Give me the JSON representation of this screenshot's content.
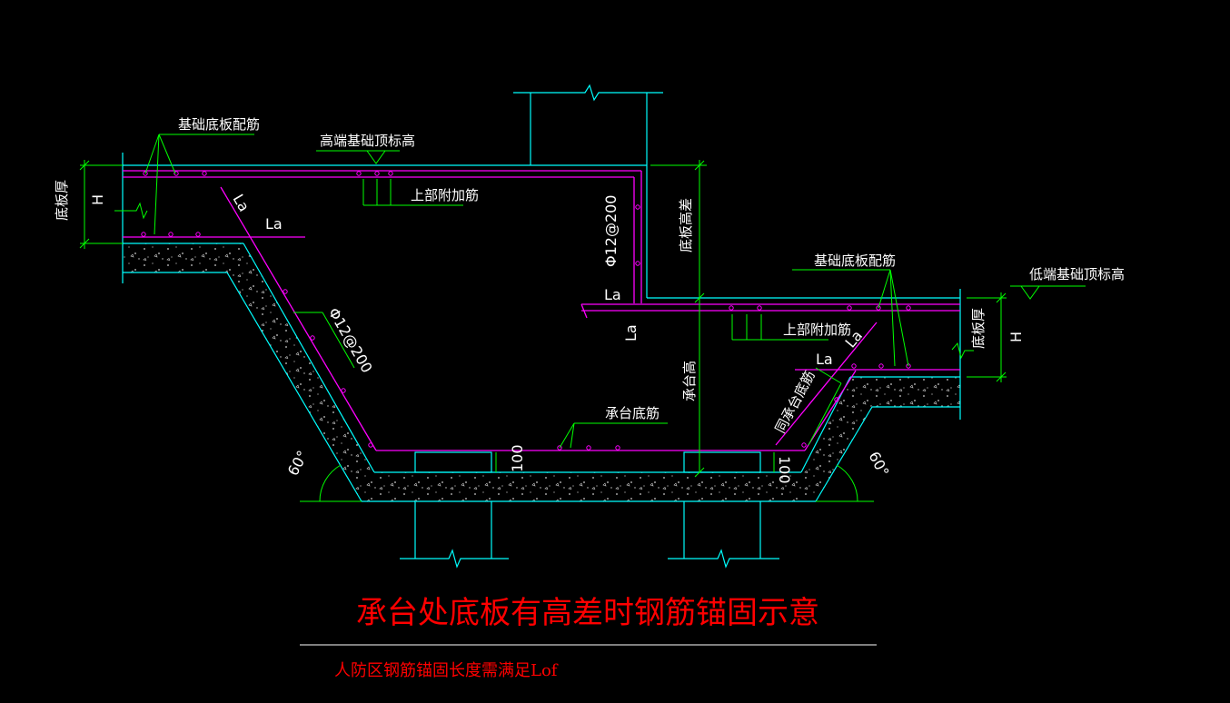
{
  "drawing": {
    "title": "承台处底板有高差时钢筋锚固示意",
    "note": "人防区钢筋锚固长度需满足Lof"
  },
  "labels": {
    "base_rebar_left": "基础底板配筋",
    "high_top_elev": "高端基础顶标高",
    "upper_add_rebar_left": "上部附加筋",
    "slab_thick_left": "底板厚",
    "h_left": "H",
    "la_top_left": "La",
    "la_left": "La",
    "rebar_spec_vertical": "Φ12@200",
    "rebar_spec_slope": "Φ12@200",
    "elev_diff": "底板高差",
    "la_mid": "La",
    "la_mid_vertical": "La",
    "base_rebar_right": "基础底板配筋",
    "low_top_elev": "低端基础顶标高",
    "upper_add_rebar_right": "上部附加筋",
    "slab_thick_right": "底板厚",
    "h_right": "H",
    "la_right": "La",
    "la_right_slope": "La",
    "cap_height": "承台高",
    "cap_bottom_rebar": "承台底筋",
    "same_cap_bottom_rebar": "同承台底筋",
    "cover_left": "100",
    "cover_right": "100",
    "angle_left": "60°",
    "angle_right": "60°"
  },
  "colors": {
    "background": "#000000",
    "outline": "#00ffff",
    "rebar": "#ff00ff",
    "dimension": "#00ff00",
    "text": "#ffffff",
    "title": "#ff0000",
    "concrete_dots": "#d8d8d8",
    "underline": "#ffffff"
  }
}
